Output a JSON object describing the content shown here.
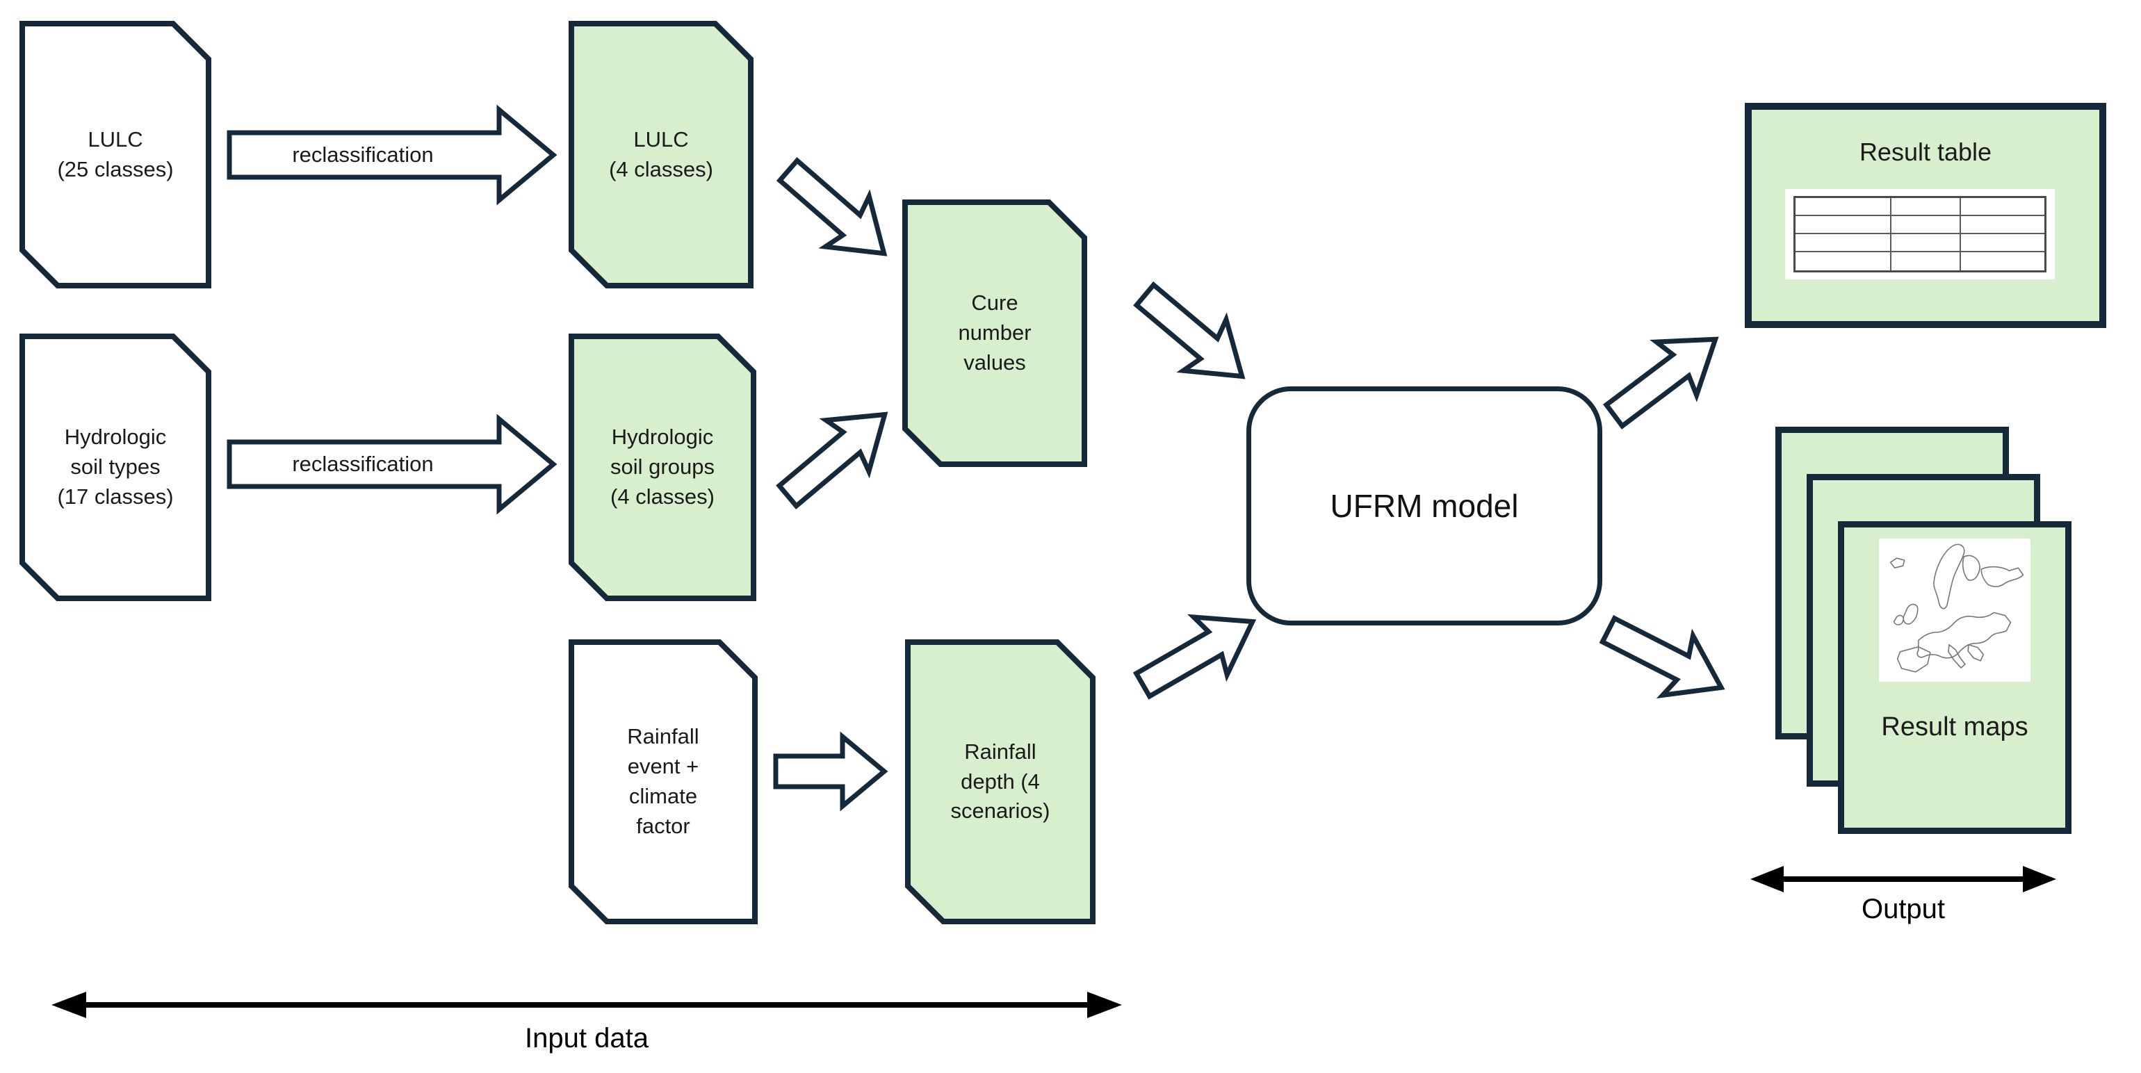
{
  "diagram": {
    "boxes": {
      "lulc25": {
        "label": "LULC\n(25 classes)"
      },
      "hydro_types": {
        "label": "Hydrologic\nsoil types\n(17 classes)"
      },
      "lulc4": {
        "label": "LULC\n(4 classes)"
      },
      "hydro_groups": {
        "label": "Hydrologic\nsoil groups\n(4 classes)"
      },
      "cure": {
        "label": "Cure\nnumber\nvalues"
      },
      "rainfall_event": {
        "label": "Rainfall\nevent +\nclimate\nfactor"
      },
      "rainfall_depth": {
        "label": "Rainfall\ndepth (4\nscenarios)"
      }
    },
    "process_arrows": {
      "reclassification1": {
        "label": "reclassification"
      },
      "reclassification2": {
        "label": "reclassification"
      }
    },
    "model": {
      "label": "UFRM model"
    },
    "outputs": {
      "result_table": {
        "title": "Result table",
        "icon": "table-grid-icon"
      },
      "result_maps": {
        "caption": "Result maps",
        "icon": "europe-map-icon"
      }
    },
    "group_labels": {
      "input": "Input data",
      "output": "Output"
    },
    "colors": {
      "green_fill": "#d7efcd",
      "dark_border": "#16293a",
      "black": "#000000",
      "text": "#1a1a1a"
    }
  }
}
